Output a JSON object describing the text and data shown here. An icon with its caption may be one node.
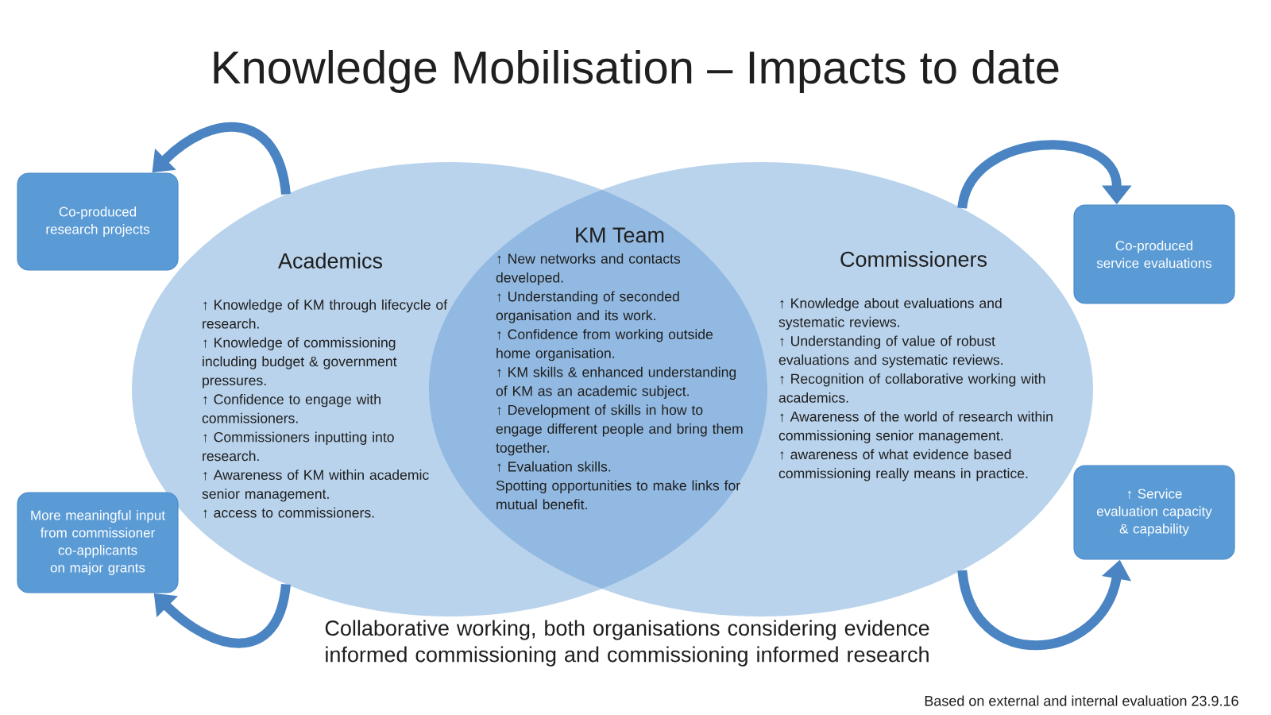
{
  "diagram": {
    "title": "Knowledge Mobilisation – Impacts to date",
    "nodes": [
      {
        "text": [
          "Co-produced research projects"
        ]
      },
      {
        "text": [
          "More meaningful input from commissioner co-applicants on major grants"
        ]
      },
      {
        "text": [
          "Academics",
          "↑ Knowledge of KM through lifecycle of research.",
          "↑ Knowledge of commissioning including budget & government pressures.",
          "↑ Confidence to engage with commissioners.",
          "↑ Commissioners inputting into research.",
          "↑ Awareness of KM within academic senior management.",
          "↑ access to commissioners."
        ]
      },
      {
        "text": [
          "KM Team",
          "↑ New networks and contacts developed.",
          "↑ Understanding of seconded organisation and its work.",
          "↑ Confidence from working outside home organisation.",
          "↑ KM skills & enhanced understanding of KM as an academic subject.",
          "↑ Development of skills in how to engage different people and bring them together.",
          "↑ Evaluation skills.",
          "Spotting opportunities to make links for mutual benefit."
        ]
      },
      {
        "text": [
          "Commissioners",
          "↑ Knowledge about evaluations and systematic reviews.",
          "↑ Understanding of value of robust evaluations and systematic reviews.",
          "↑ Recognition of collaborative working with academics.",
          "↑ Awareness of the world of research within commissioning senior management.",
          "↑ awareness of what evidence based commissioning really means in practice."
        ]
      },
      {
        "text": [
          "Co-produced service evaluations"
        ]
      },
      {
        "text": [
          "↑ Service evaluation capacity & capability"
        ]
      }
    ],
    "edges": [
      {
        "from": 2,
        "to": 0,
        "arrow": "to"
      },
      {
        "from": 2,
        "to": 1,
        "arrow": "to"
      },
      {
        "from": 4,
        "to": 5,
        "arrow": "to"
      },
      {
        "from": 4,
        "to": 6,
        "arrow": "to"
      }
    ],
    "caption": "Collaborative working, both organisations considering evidence informed commissioning and commissioning informed research",
    "labels": [
      "Based on external and internal evaluation 23.9.16"
    ]
  }
}
